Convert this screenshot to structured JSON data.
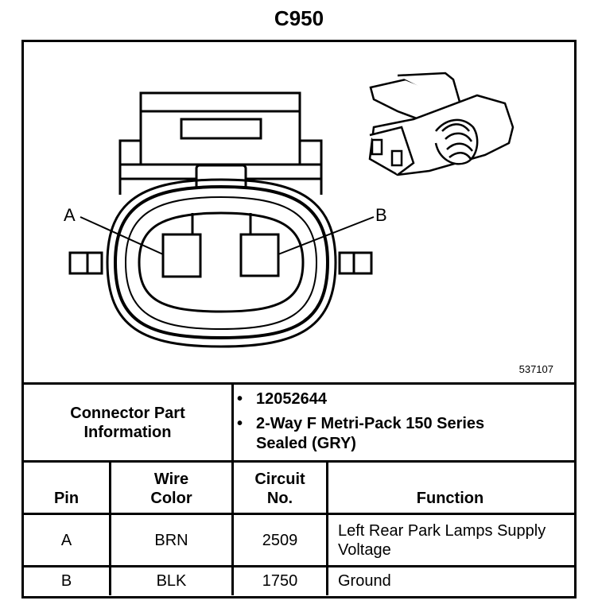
{
  "title": "C950",
  "diagram": {
    "pin_labels": [
      "A",
      "B"
    ],
    "figure_number": "537107"
  },
  "connector_info": {
    "label": "Connector Part Information",
    "items": [
      "12052644",
      "2-Way F Metri-Pack 150 Series Sealed (GRY)"
    ]
  },
  "table": {
    "headers": {
      "pin": "Pin",
      "wire_color": "Wire Color",
      "circuit": "Circuit No.",
      "function": "Function"
    },
    "rows": [
      {
        "pin": "A",
        "wire_color": "BRN",
        "circuit": "2509",
        "function": "Left Rear Park Lamps Supply Voltage"
      },
      {
        "pin": "B",
        "wire_color": "BLK",
        "circuit": "1750",
        "function": "Ground"
      }
    ]
  }
}
